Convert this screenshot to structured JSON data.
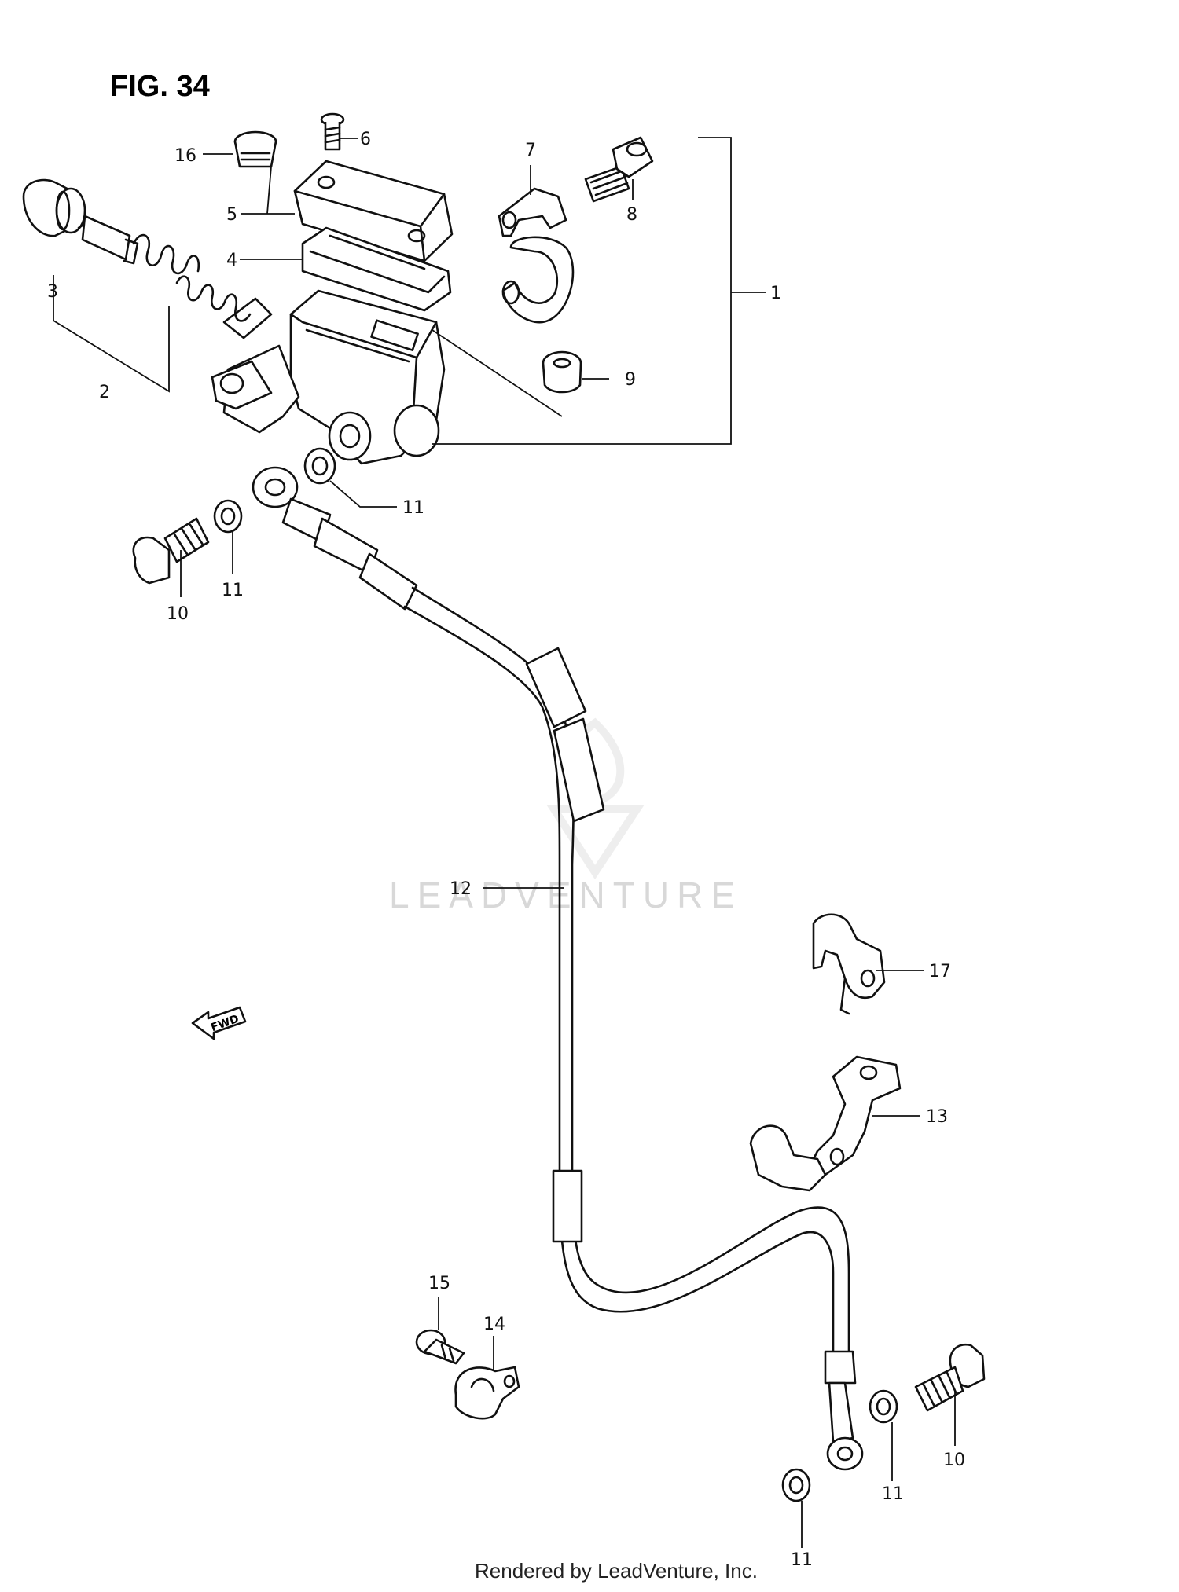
{
  "figure": {
    "title": "FIG. 34"
  },
  "callouts": {
    "c1": "1",
    "c2": "2",
    "c3": "3",
    "c4": "4",
    "c5": "5",
    "c6": "6",
    "c7": "7",
    "c8": "8",
    "c9": "9",
    "c10a": "10",
    "c10b": "10",
    "c11a": "11",
    "c11b": "11",
    "c11c": "11",
    "c11d": "11",
    "c12": "12",
    "c13": "13",
    "c14": "14",
    "c15": "15",
    "c16": "16",
    "c17": "17"
  },
  "direction_marker": {
    "label": "FWD"
  },
  "watermark": {
    "text": "LEADVENTURE"
  },
  "footer": {
    "text": "Rendered by LeadVenture, Inc."
  }
}
